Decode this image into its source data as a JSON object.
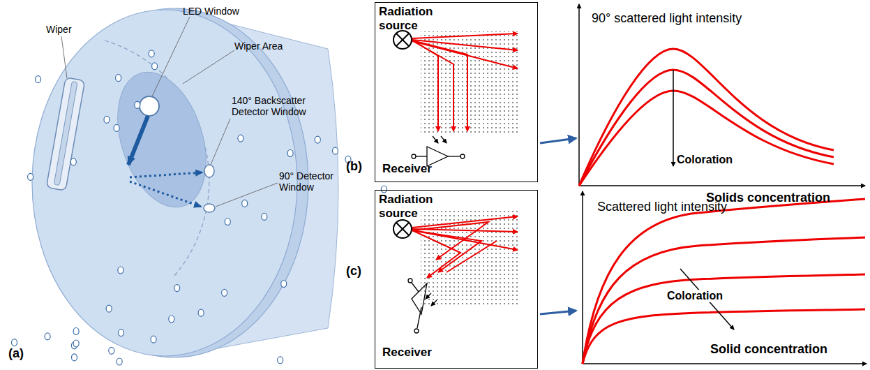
{
  "diagram": {
    "nodes": [
      {
        "text": [
          "Radiation source",
          "Receiver"
        ]
      },
      {
        "text": [
          "Radiation source",
          "Receiver"
        ]
      }
    ],
    "labels": [
      "Wiper",
      "LED Window",
      "Wiper Area",
      "140° Backscatter Detector Window",
      "90° Detector Window",
      "(a)",
      "(b)",
      "90° scattered light intensity",
      "Coloration",
      "Solids concentration",
      "(c)",
      "Scattered light intensity",
      "Coloration",
      "Solid concentration"
    ]
  }
}
